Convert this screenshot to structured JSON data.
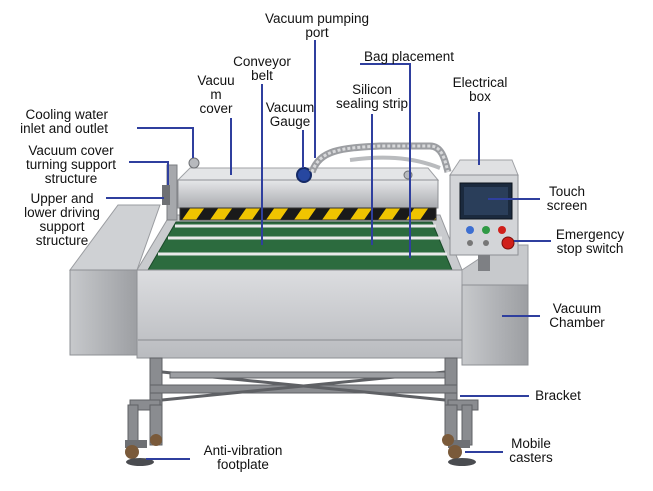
{
  "colors": {
    "leader": "#2f3f9e",
    "steel_light": "#d9dadc",
    "steel_mid": "#b4b6ba",
    "steel_dark": "#7e8084",
    "frame": "#8a8c90",
    "hazard_yellow": "#f0c400",
    "hazard_black": "#1a1a1a",
    "conveyor_green": "#1f7a3a",
    "screen": "#1b2a3e",
    "caster_wheel": "#7a5a3a",
    "emergency_red": "#d0201b"
  },
  "labels": {
    "vacuum_pumping_port": "Vacuum pumping\nport",
    "conveyor_belt": "Conveyor\nbelt",
    "vacuum_cover": "Vacuu\nm\ncover",
    "bag_placement": "Bag placement",
    "silicon_sealing_strip": "Silicon\nsealing strip",
    "vacuum_gauge": "Vacuum\nGauge",
    "electrical_box": "Electrical\nbox",
    "cooling_water": "Cooling water\ninlet and outlet",
    "cover_turning_support": "Vacuum cover\nturning support\nstructure",
    "driving_support": "Upper and\nlower driving\nsupport\nstructure",
    "touch_screen": "Touch\nscreen",
    "emergency_stop": "Emergency\nstop switch",
    "vacuum_chamber": "Vacuum\nChamber",
    "bracket": "Bracket",
    "anti_vibration": "Anti-vibration\nfootplate",
    "mobile_casters": "Mobile\ncasters"
  }
}
